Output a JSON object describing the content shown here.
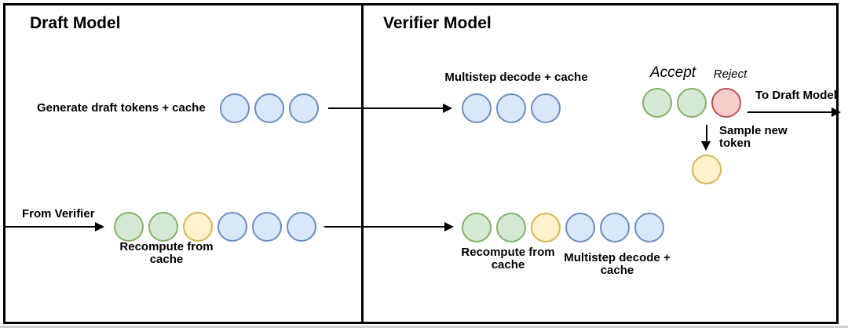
{
  "palette": {
    "blue": {
      "fill": "#DAE8FC",
      "stroke": "#6C8EBF"
    },
    "green": {
      "fill": "#D5E8D4",
      "stroke": "#82B366"
    },
    "yellow": {
      "fill": "#FFF2CC",
      "stroke": "#D6B656"
    },
    "red": {
      "fill": "#F8CECC",
      "stroke": "#B85450"
    }
  },
  "draft_panel": {
    "title": "Draft Model",
    "generate_label": "Generate draft tokens + cache",
    "draft_tokens": [
      "blue",
      "blue",
      "blue"
    ],
    "from_verifier_label": "From Verifier",
    "recompute_label": "Recompute from cache",
    "recompute_tokens": [
      "green",
      "green",
      "yellow",
      "blue",
      "blue",
      "blue"
    ]
  },
  "verifier_panel": {
    "title": "Verifier Model",
    "multistep_label": "Multistep decode + cache",
    "verify_tokens": [
      "blue",
      "blue",
      "blue"
    ],
    "accept_label": "Accept",
    "reject_label": "Reject",
    "accept_reject_tokens": [
      "green",
      "green",
      "red"
    ],
    "to_draft_label": "To Draft Model",
    "sample_label": "Sample new token",
    "sampled_tokens": [
      "yellow"
    ],
    "recompute_label": "Recompute from cache",
    "multistep_bottom_label": "Multistep decode + cache",
    "recompute_tokens": [
      "green",
      "green",
      "yellow",
      "blue",
      "blue",
      "blue"
    ]
  }
}
